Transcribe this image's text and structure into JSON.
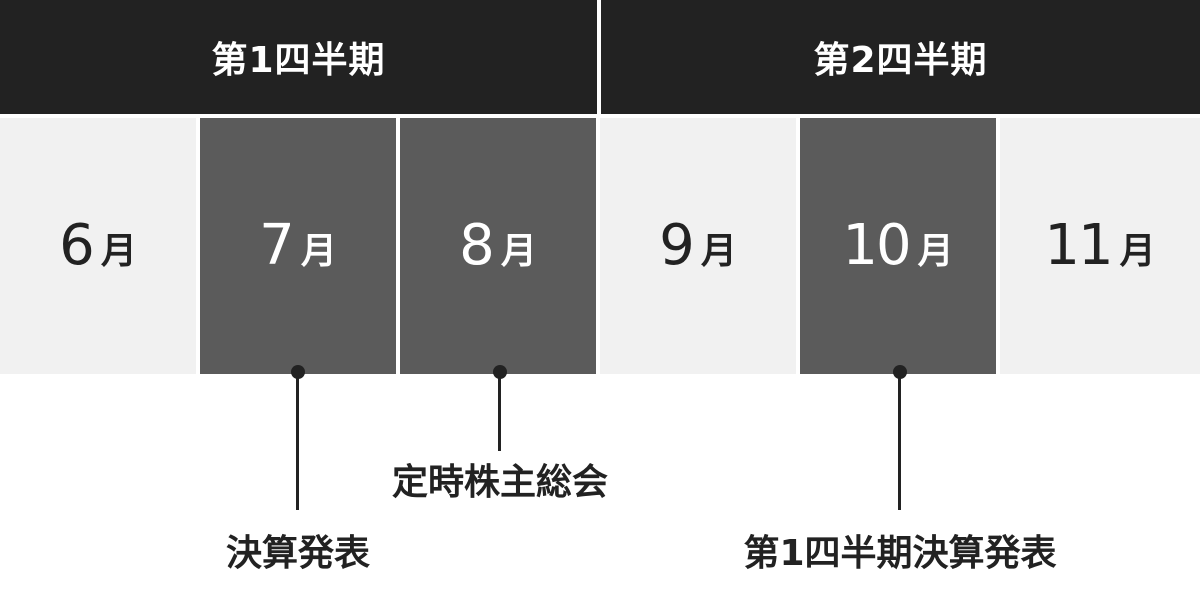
{
  "quarters": [
    {
      "label": "第1四半期"
    },
    {
      "label": "第2四半期"
    }
  ],
  "months": [
    {
      "num": "6",
      "unit": "月",
      "highlighted": false
    },
    {
      "num": "7",
      "unit": "月",
      "highlighted": true
    },
    {
      "num": "8",
      "unit": "月",
      "highlighted": true
    },
    {
      "num": "9",
      "unit": "月",
      "highlighted": false
    },
    {
      "num": "10",
      "unit": "月",
      "highlighted": true
    },
    {
      "num": "11",
      "unit": "月",
      "highlighted": false
    }
  ],
  "events": [
    {
      "month": "7",
      "label": "決算発表"
    },
    {
      "month": "8",
      "label": "定時株主総会"
    },
    {
      "month": "10",
      "label": "第1四半期決算発表"
    }
  ],
  "colors": {
    "header_bg": "#222222",
    "highlight_bg": "#5b5b5b",
    "plain_bg": "#f1f1f1",
    "text_dark": "#222222",
    "text_light": "#ffffff"
  }
}
